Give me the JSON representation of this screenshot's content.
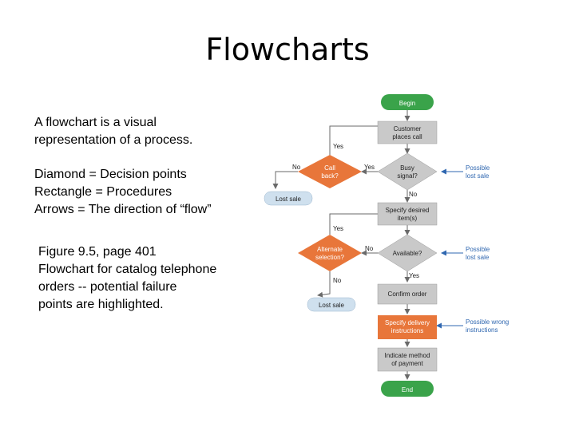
{
  "slide": {
    "title": "Flowcharts",
    "intro": [
      "A flowchart is a visual",
      "representation of a process."
    ],
    "legend": [
      "Diamond = Decision points",
      "Rectangle = Procedures",
      "Arrows = The direction of “flow”"
    ],
    "caption": [
      "Figure 9.5, page 401",
      "Flowchart for catalog telephone",
      "orders -- potential failure",
      "points are highlighted."
    ]
  },
  "flowchart": {
    "begin": "Begin",
    "customer_places_call": [
      "Customer",
      "places call"
    ],
    "busy_signal": [
      "Busy",
      "signal?"
    ],
    "call_back": [
      "Call",
      "back?"
    ],
    "lost_sale_1": "Lost sale",
    "specify_desired_items": [
      "Specify desired",
      "item(s)"
    ],
    "available": "Available?",
    "alternate_selection": [
      "Alternate",
      "selection?"
    ],
    "lost_sale_2": "Lost sale",
    "confirm_order": "Confirm order",
    "specify_delivery": [
      "Specify delivery",
      "instructions"
    ],
    "indicate_payment": [
      "Indicate method",
      "of payment"
    ],
    "end": "End",
    "yes": "Yes",
    "no": "No",
    "note_lost_sale": [
      "Possible",
      "lost sale"
    ],
    "note_wrong_instructions": [
      "Possible wrong",
      "instructions"
    ],
    "colors": {
      "terminal": "#3aa34a",
      "process": "#c9c9c9",
      "decision": "#c9c9c9",
      "failure": "#e8763a",
      "lost_sale": "#cfe0ee",
      "note_text": "#2f67b0",
      "arrow": "#6a6a6a"
    }
  }
}
